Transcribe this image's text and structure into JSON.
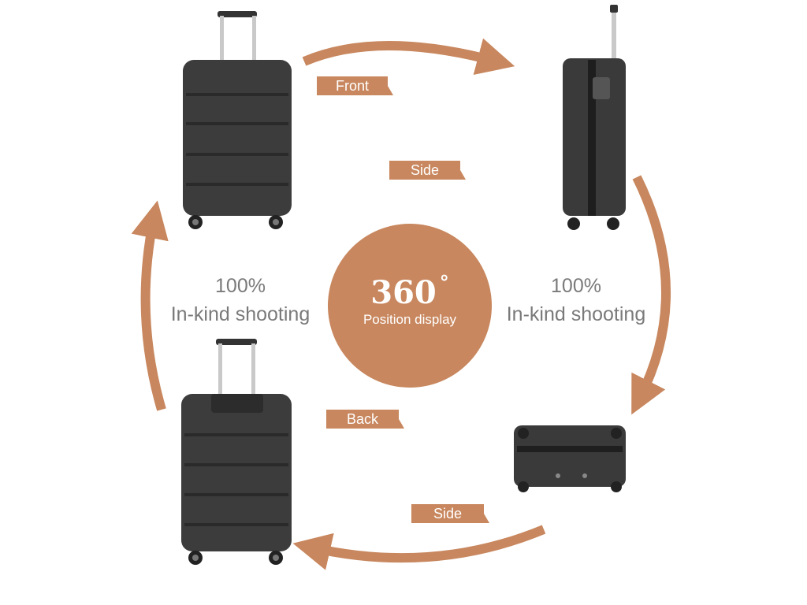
{
  "labels": {
    "front": "Front",
    "side_top": "Side",
    "back": "Back",
    "side_bottom": "Side"
  },
  "left_caption": {
    "line1": "100%",
    "line2": "In-kind shooting"
  },
  "right_caption": {
    "line1": "100%",
    "line2": "In-kind shooting"
  },
  "center": {
    "degrees": "360",
    "degree_symbol": "°",
    "subtitle": "Position display"
  },
  "colors": {
    "accent": "#c8875e",
    "suitcase": "#3c3c3c",
    "suitcase_dark": "#222222",
    "text_gray": "#7a7a7a"
  }
}
